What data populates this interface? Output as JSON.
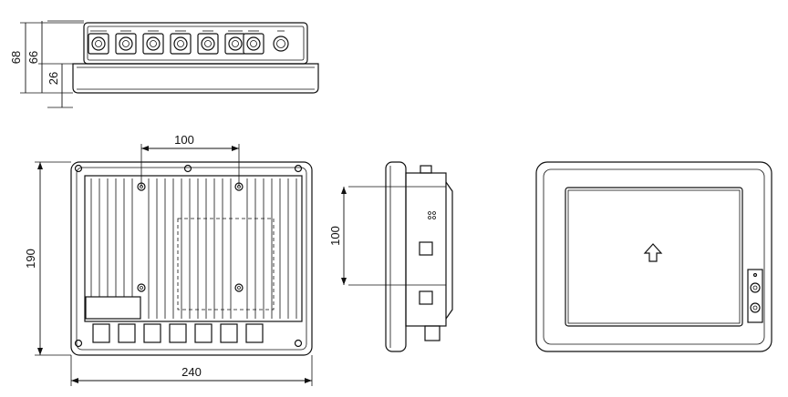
{
  "dimensions": {
    "top_height_total": "68",
    "top_height_body": "66",
    "top_height_lower": "26",
    "rear_mount_spacing_horizontal": "100",
    "rear_height": "190",
    "rear_width": "240",
    "side_mount_spacing_vertical": "100"
  },
  "connector_count": 7,
  "icons": {
    "front_screen": "up-arrow-icon"
  }
}
